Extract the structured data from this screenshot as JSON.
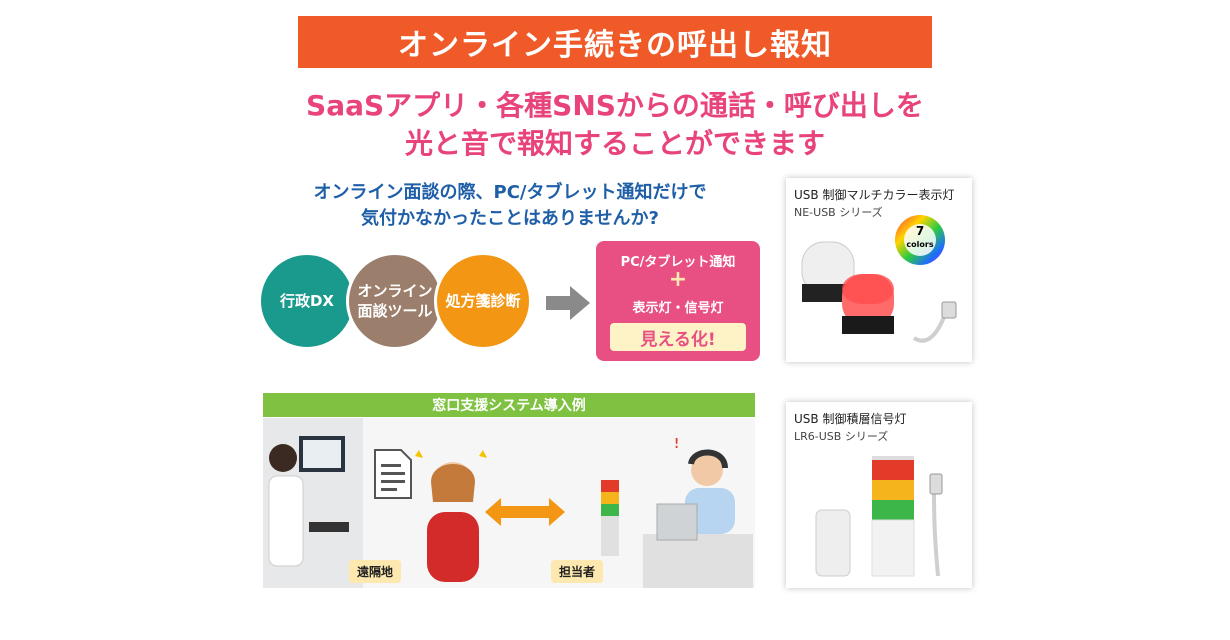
{
  "banner": {
    "title": "オンライン手続きの呼出し報知"
  },
  "subtitle": {
    "line1": "SaaSアプリ・各種SNSからの通話・呼び出しを",
    "line2": "光と音で報知することができます"
  },
  "question": {
    "line1": "オンライン面談の際、PC/タブレット通知だけで",
    "line2": "気付かなかったことはありませんか?"
  },
  "circles": [
    {
      "label": "行政DX",
      "color": "#1a9a8c"
    },
    {
      "label": "オンライン\n面談ツール",
      "color": "#9b7e6b"
    },
    {
      "label": "処方箋診断",
      "color": "#f39614"
    }
  ],
  "result": {
    "line1": "PC/タブレット通知",
    "plus": "+",
    "line2": "表示灯・信号灯",
    "highlight": "見える化!"
  },
  "product1": {
    "title": "USB 制御マルチカラー表示灯",
    "series": "NE-USB シリーズ",
    "badge_top": "7",
    "badge_bottom": "colors"
  },
  "product2": {
    "title": "USB 制御積層信号灯",
    "series": "LR6-USB シリーズ"
  },
  "example": {
    "header": "窓口支援システム導入例",
    "remote_label": "遠隔地",
    "staff_label": "担当者"
  },
  "colors": {
    "orange": "#ef5a28",
    "pink": "#e8437b",
    "blue": "#1f5fa8",
    "green": "#7fc241"
  }
}
